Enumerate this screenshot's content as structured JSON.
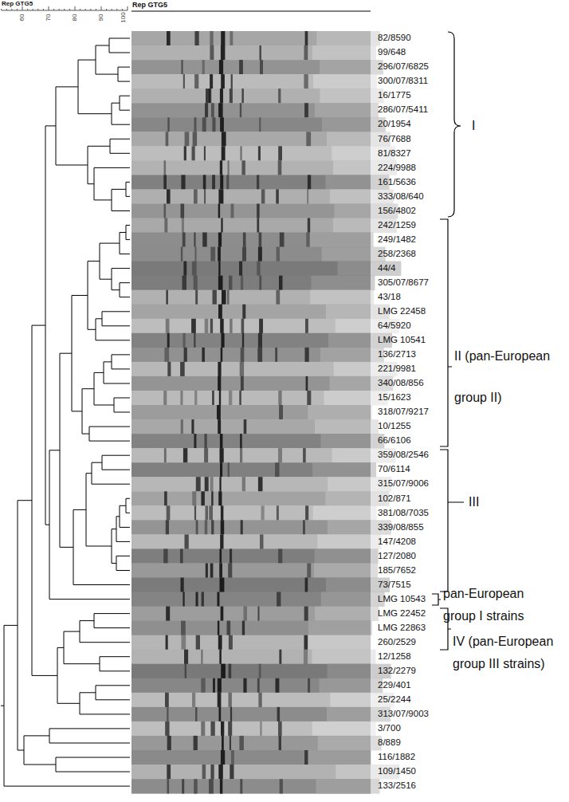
{
  "diagram": {
    "labels": [
      "Rep GTG5",
      "60",
      "70",
      "80",
      "90",
      "100",
      "Rep GTG5",
      "82/8590",
      "99/648",
      "296/07/6825",
      "300/07/8311",
      "16/1775",
      "286/07/5411",
      "20/1954",
      "76/7688",
      "81/8327",
      "224/9988",
      "161/5636",
      "333/08/640",
      "156/4802",
      "242/1259",
      "249/1482",
      "258/2368",
      "44/4",
      "305/07/8677",
      "43/18",
      "LMG 22458",
      "64/5920",
      "LMG 10541",
      "136/2713",
      "221/9981",
      "340/08/856",
      "15/1623",
      "318/07/9217",
      "10/1255",
      "66/6106",
      "359/08/2546",
      "70/6114",
      "315/07/9006",
      "102/871",
      "381/08/7035",
      "339/08/855",
      "147/4208",
      "127/2080",
      "185/7652",
      "73/7515",
      "LMG 10543",
      "LMG 22452",
      "LMG 22863",
      "260/2529",
      "12/1258",
      "132/2279",
      "229/401",
      "25/2244",
      "313/07/9003",
      "3/700",
      "8/889",
      "116/1882",
      "109/1450",
      "133/2516",
      "I",
      "II (pan-European group II)",
      "III",
      "pan-European group I strains",
      "IV (pan-European group III strains)"
    ]
  }
}
